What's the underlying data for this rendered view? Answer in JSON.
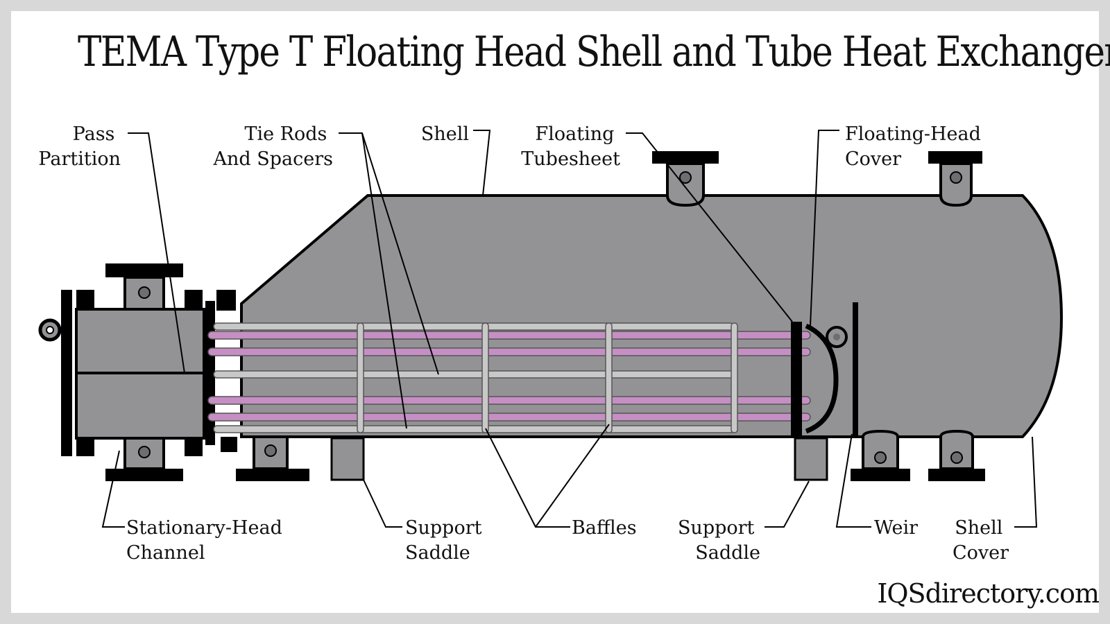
{
  "title": "TEMA Type T Floating Head Shell and Tube Heat Exchanger",
  "brand": "IQSdirectory.com",
  "colors": {
    "background": "#d8d8d8",
    "panel": "#ffffff",
    "body": "#939396",
    "body_dark": "#86868a",
    "outline": "#000000",
    "tube": "#c58fc4",
    "tie_rod": "#c8c8c8"
  },
  "labels": {
    "pass_partition": [
      "Pass",
      "Partition"
    ],
    "tie_rods": [
      "Tie Rods",
      "And Spacers"
    ],
    "shell": "Shell",
    "floating_tubesheet": [
      "Floating",
      "Tubesheet"
    ],
    "floating_head_cover": [
      "Floating-Head",
      "Cover"
    ],
    "stationary_head": [
      "Stationary-Head",
      "Channel"
    ],
    "support_saddle_left": [
      "Support",
      "Saddle"
    ],
    "baffles": "Baffles",
    "support_saddle_right": [
      "Support",
      "Saddle"
    ],
    "weir": "Weir",
    "shell_cover": [
      "Shell",
      "Cover"
    ]
  }
}
